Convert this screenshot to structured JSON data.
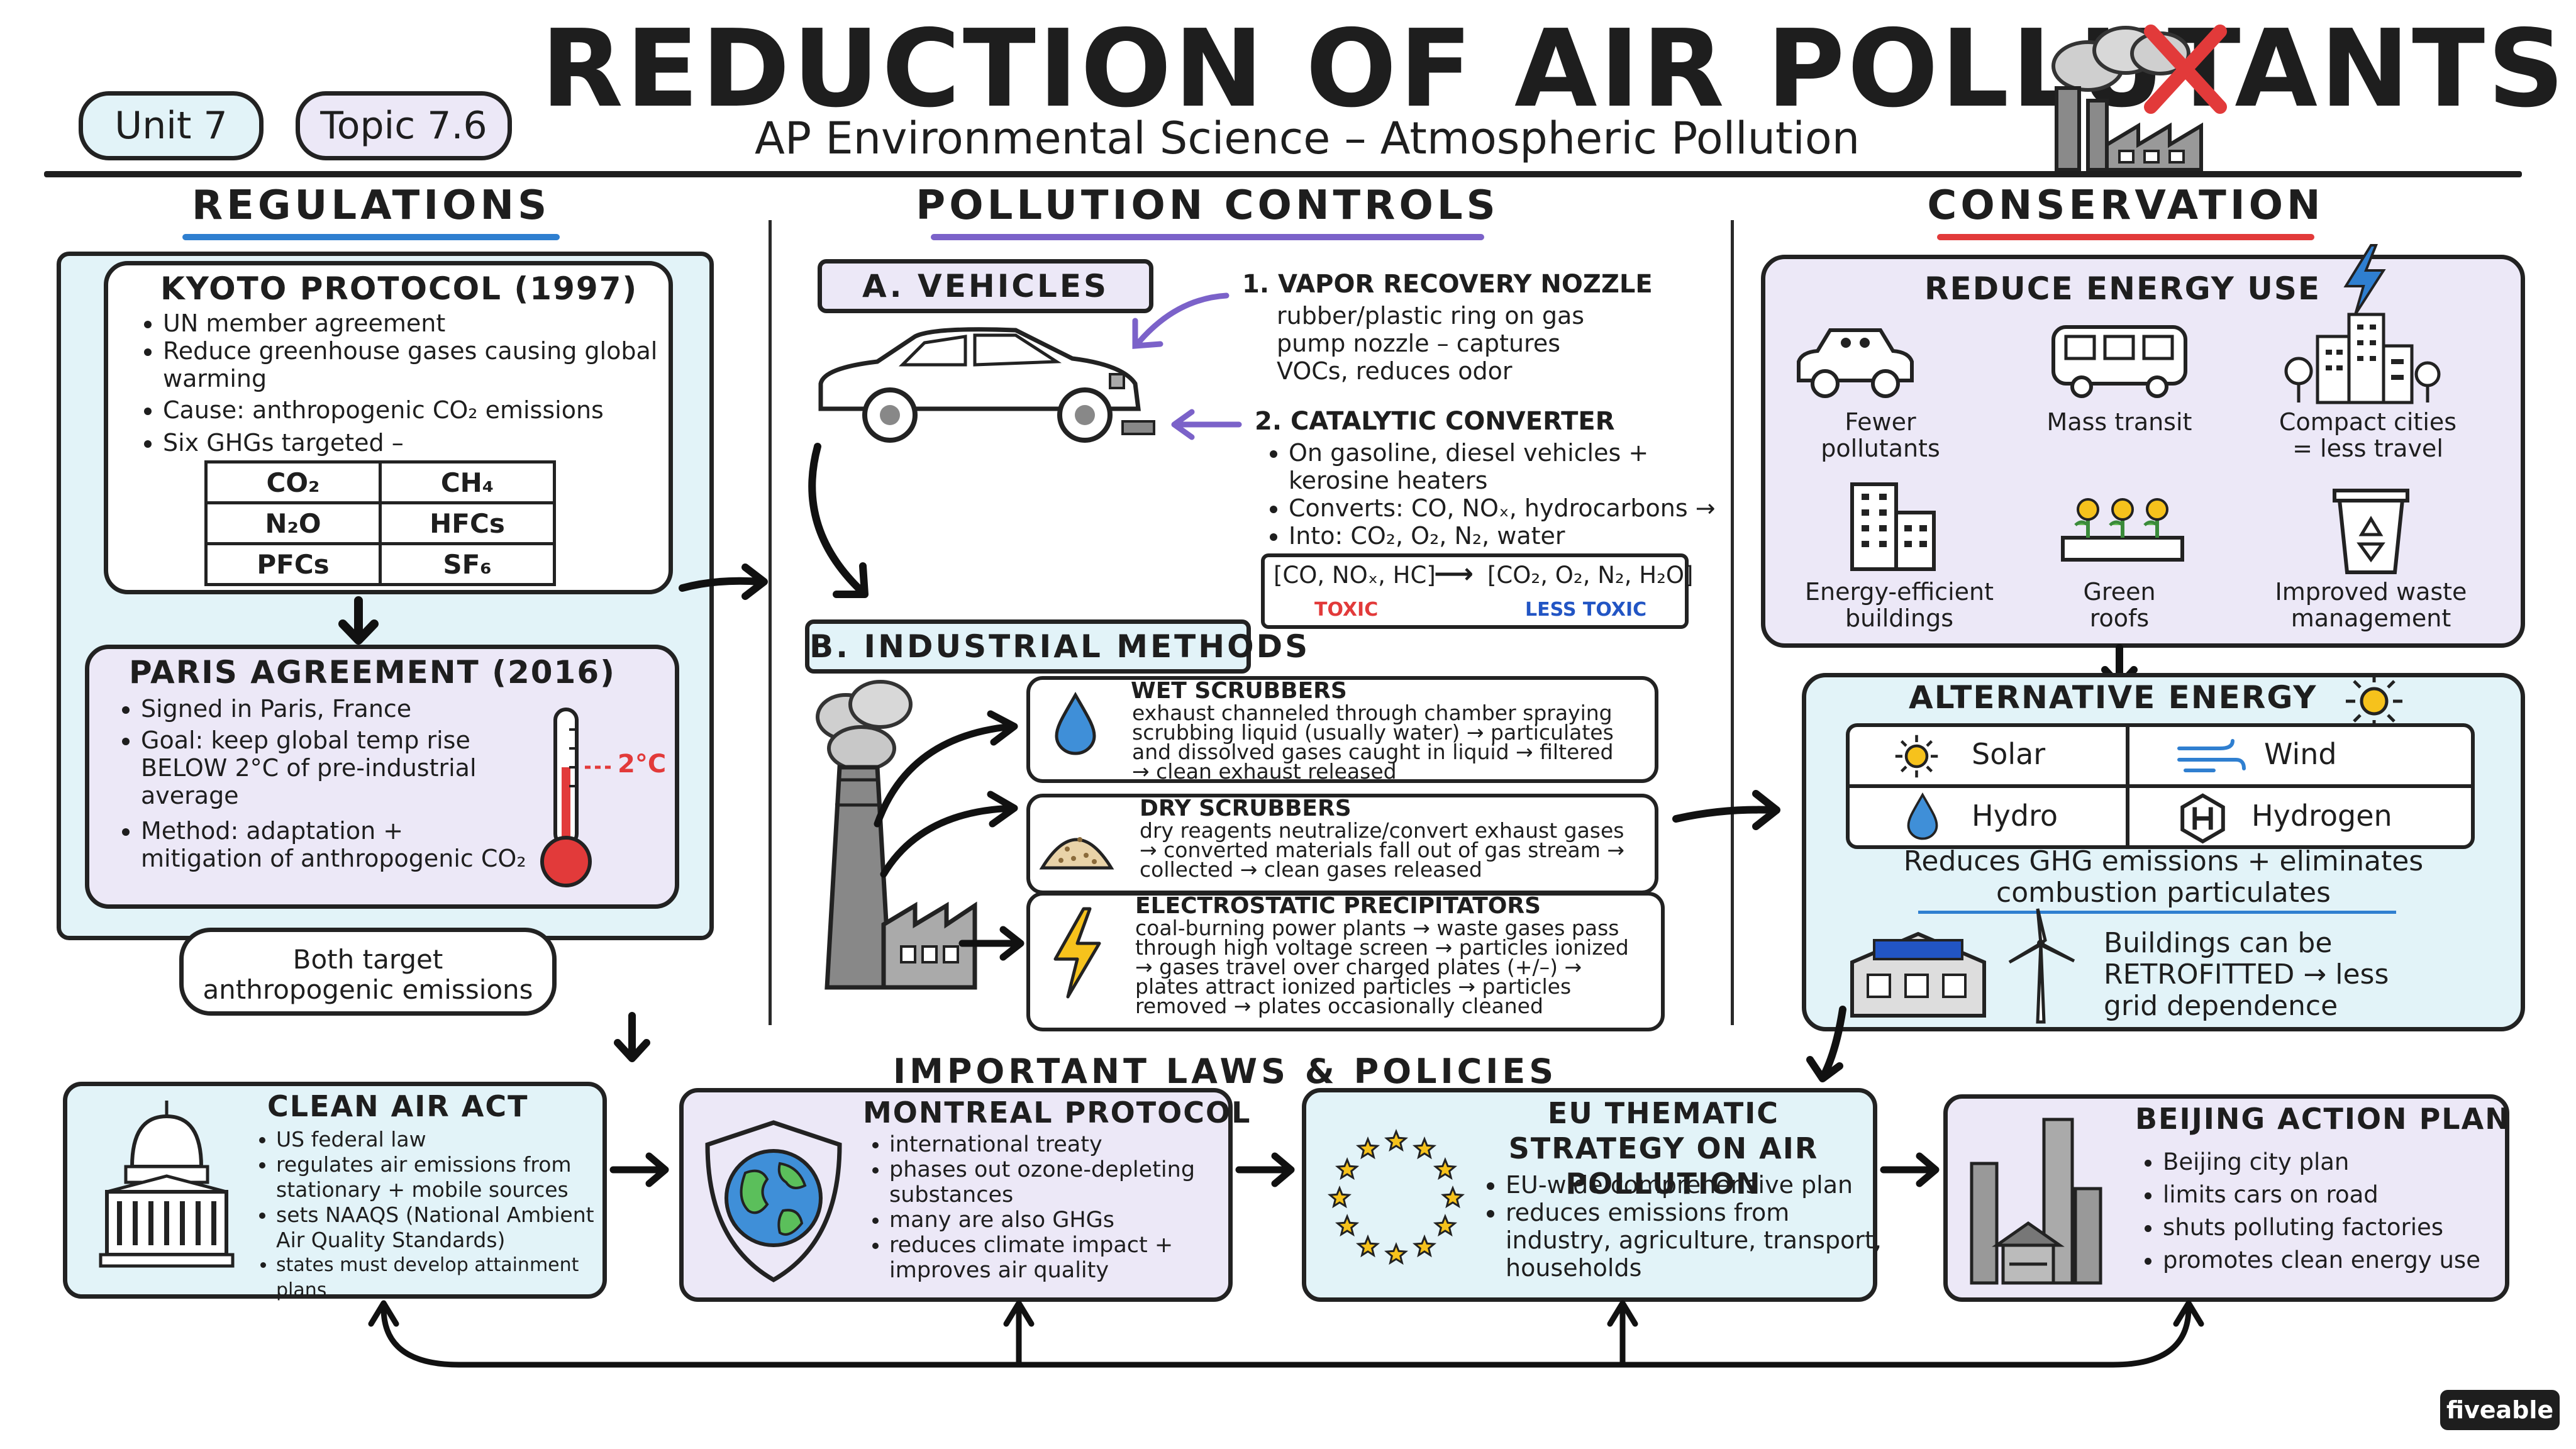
{
  "header": {
    "title": "REDUCTION OF AIR POLLUTANTS",
    "subtitle": "AP Environmental Science – Atmospheric Pollution",
    "unit": "Unit 7",
    "topic": "Topic 7.6"
  },
  "columns": {
    "regulations": "REGULATIONS",
    "controls": "POLLUTION CONTROLS",
    "conservation": "CONSERVATION"
  },
  "kyoto": {
    "title": "KYOTO PROTOCOL (1997)",
    "bullets": [
      "UN member agreement",
      "Reduce greenhouse gases causing global warming",
      "Cause: anthropogenic CO₂ emissions",
      "Six GHGs targeted –"
    ],
    "ghgs": [
      "CO₂",
      "CH₄",
      "N₂O",
      "HFCs",
      "PFCs",
      "SF₆"
    ]
  },
  "paris": {
    "title": "PARIS AGREEMENT (2016)",
    "bullets": [
      "Signed in Paris, France",
      "Goal: keep global temp rise BELOW 2°C of pre-industrial average",
      "Method: adaptation + mitigation of anthropogenic CO₂"
    ],
    "thermo_label": "2°C"
  },
  "both_target": "Both target anthropogenic emissions",
  "vehicles": {
    "tag": "A. VEHICLES",
    "vapor_title": "1. VAPOR RECOVERY NOZZLE",
    "vapor_text": "rubber/plastic ring on gas pump nozzle – captures VOCs, reduces odor",
    "cat_title": "2. CATALYTIC CONVERTER",
    "cat_bullets": [
      "On gasoline, diesel vehicles + kerosine heaters",
      "Converts: CO, NOₓ, hydrocarbons →",
      "Into: CO₂, O₂, N₂, water"
    ],
    "formula_in": "[CO, NOₓ, HC]",
    "formula_out": "[CO₂, O₂, N₂, H₂O]",
    "toxic": "TOXIC",
    "less_toxic": "LESS TOXIC"
  },
  "industrial": {
    "tag": "B. INDUSTRIAL METHODS",
    "methods": [
      {
        "title": "WET SCRUBBERS",
        "text": "exhaust channeled through chamber spraying scrubbing liquid (usually water) → particulates and dissolved gases caught in liquid → filtered → clean exhaust released"
      },
      {
        "title": "DRY SCRUBBERS",
        "text": "dry reagents neutralize/convert exhaust gases → converted materials fall out of gas stream → collected → clean gases released"
      },
      {
        "title": "ELECTROSTATIC PRECIPITATORS",
        "text": "coal-burning power plants → waste gases pass through high voltage screen → particles ionized → gases travel over charged plates (+/–) → plates attract ionized particles → particles removed → plates occasionally cleaned"
      }
    ]
  },
  "reduce": {
    "title": "REDUCE ENERGY USE",
    "items": [
      "Fewer pollutants",
      "Mass transit",
      "Compact cities = less travel",
      "Energy-efficient buildings",
      "Green roofs",
      "Improved waste management"
    ]
  },
  "alternative": {
    "title": "ALTERNATIVE ENERGY",
    "sources": [
      "Solar",
      "Wind",
      "Hydro",
      "Hydrogen"
    ],
    "note": "Reduces GHG emissions + eliminates combustion particulates",
    "retrofit": "Buildings can be RETROFITTED → less grid dependence"
  },
  "laws_title": "IMPORTANT LAWS & POLICIES",
  "laws": [
    {
      "title": "CLEAN AIR ACT",
      "bullets": [
        "US federal law",
        "regulates air emissions from stationary + mobile sources",
        "sets NAAQS (National Ambient Air Quality Standards)",
        "states must develop attainment plans"
      ]
    },
    {
      "title": "MONTREAL PROTOCOL",
      "bullets": [
        "international treaty",
        "phases out ozone-depleting substances",
        "many are also GHGs",
        "reduces climate impact + improves air quality"
      ]
    },
    {
      "title": "EU THEMATIC STRATEGY ON AIR POLLUTION",
      "bullets": [
        "EU-wide comprehensive plan",
        "reduces emissions from industry, agriculture, transport, households"
      ]
    },
    {
      "title": "BEIJING ACTION PLAN",
      "bullets": [
        "Beijing city plan",
        "limits cars on road",
        "shuts polluting factories",
        "promotes clean energy use"
      ]
    }
  ],
  "brand": "fiveable",
  "colors": {
    "blue_fill": "#e2f3f8",
    "lavender_fill": "#ece8f7",
    "red": "#e23a3a",
    "purple_accent": "#7b62c9",
    "blue_text": "#2255c4"
  },
  "icons": [
    "factory-icon",
    "car-icon",
    "smokestack-icon",
    "water-drop-icon",
    "powder-pile-icon",
    "lightning-icon",
    "bus-icon",
    "city-icon",
    "building-icon",
    "plants-icon",
    "recycle-bin-icon",
    "sun-icon",
    "wind-icon",
    "hydrogen-icon",
    "house-solar-icon",
    "wind-turbine-icon",
    "capitol-icon",
    "globe-shield-icon",
    "eu-stars-icon",
    "beijing-skyline-icon",
    "thermometer-icon"
  ]
}
